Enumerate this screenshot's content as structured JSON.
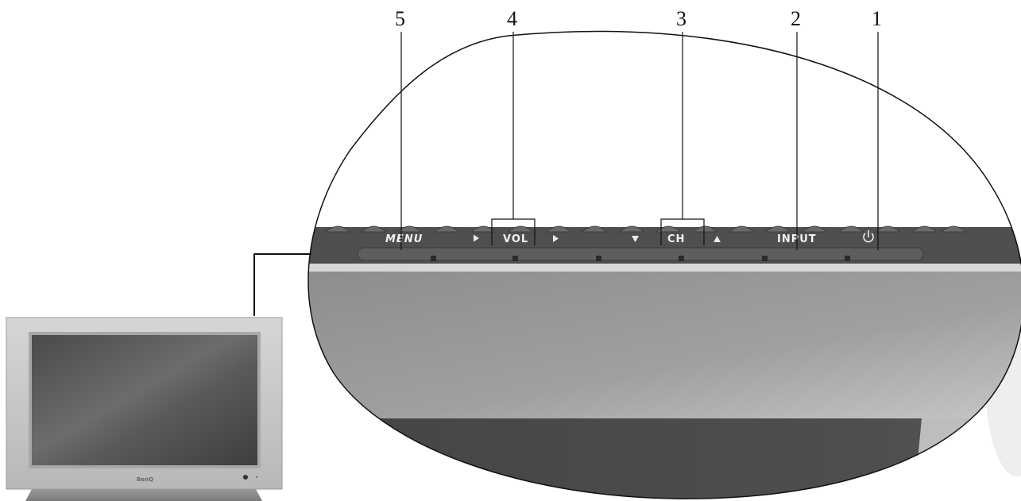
{
  "callouts": {
    "c5": "5",
    "c4": "4",
    "c3": "3",
    "c2": "2",
    "c1": "1"
  },
  "panel": {
    "menu_label": "MENU",
    "vol_label": "VOL",
    "ch_label": "CH",
    "input_label": "INPUT"
  },
  "icons": {
    "vol_down": "left-triangle-icon",
    "vol_up": "right-triangle-icon",
    "ch_down": "down-triangle-icon",
    "ch_up": "up-triangle-icon",
    "power": "power-icon"
  },
  "tv": {
    "brand": "BenQ"
  },
  "colors": {
    "panel_dark": "#4a4a4a",
    "bezel_silver": "#c8c8c8"
  }
}
